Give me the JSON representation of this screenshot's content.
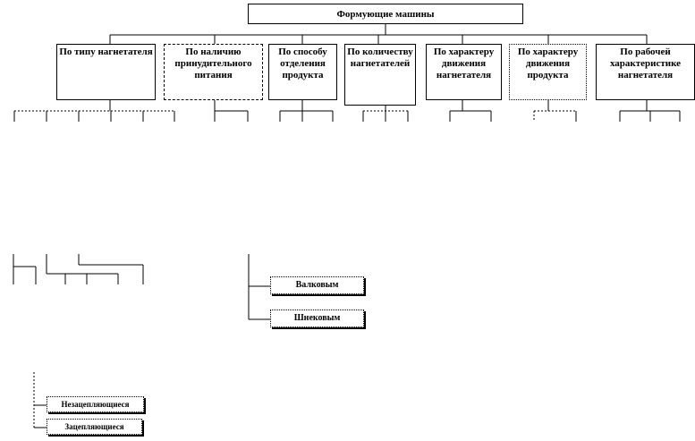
{
  "root": {
    "label": "Формующие машины"
  },
  "categories": [
    {
      "label": "По типу нагнетателя"
    },
    {
      "label": "По наличию принудительного питания"
    },
    {
      "label": "По способу отделения продукта"
    },
    {
      "label": "По количеству нагнетателей"
    },
    {
      "label": "По характеру движения нагнетателя"
    },
    {
      "label": "По характеру движения продукта"
    },
    {
      "label": "По рабочей характеристике нагнетателя"
    }
  ],
  "leaves": {
    "valkovym": "Валковым",
    "shnekovym": "Шнековым",
    "nezatsepliayushchiesya": "Незацепляющиеся",
    "zatsepliayushchiesya": "Зацепляющиеся"
  }
}
